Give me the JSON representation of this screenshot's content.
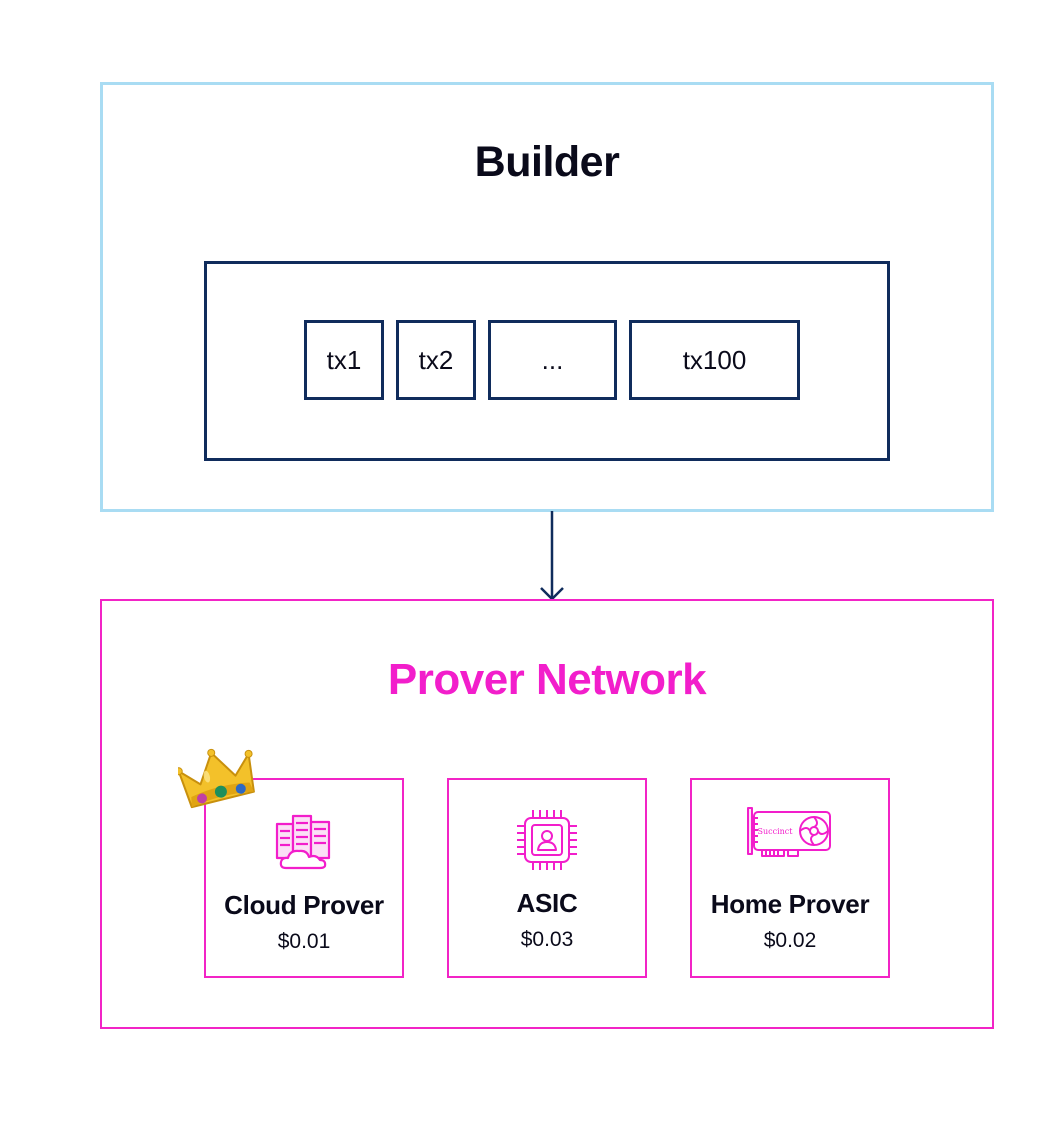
{
  "builder": {
    "title": "Builder",
    "transactions": [
      "tx1",
      "tx2",
      "...",
      "tx100"
    ]
  },
  "prover_network": {
    "title": "Prover Network",
    "provers": [
      {
        "name": "Cloud Prover",
        "price": "$0.01",
        "icon": "cloud-server-icon",
        "crowned": true
      },
      {
        "name": "ASIC",
        "price": "$0.03",
        "icon": "chip-icon",
        "crowned": false
      },
      {
        "name": "Home Prover",
        "price": "$0.02",
        "icon": "gpu-card-icon",
        "crowned": false,
        "icon_text": "Succinct"
      }
    ]
  },
  "colors": {
    "builder_border": "#a9dcf3",
    "navy": "#102c5c",
    "magenta": "#f21ecb"
  }
}
